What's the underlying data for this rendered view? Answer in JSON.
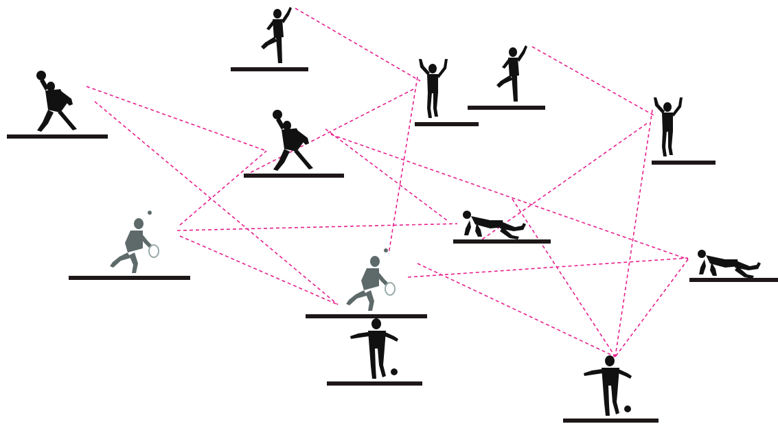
{
  "diagram": {
    "link_color": "#e61e8c",
    "figure_color": "#111111",
    "faded_figure_color": "#5e6a6a",
    "nodes": [
      {
        "id": "kick-up-a",
        "pose": "knee-raise-icon"
      },
      {
        "id": "knee-raise-b",
        "pose": "knee-raise-icon"
      },
      {
        "id": "jump-a",
        "pose": "arms-up-jump-icon"
      },
      {
        "id": "jump-b",
        "pose": "arms-up-jump-icon"
      },
      {
        "id": "throw-a",
        "pose": "ball-throw-icon"
      },
      {
        "id": "throw-b",
        "pose": "ball-throw-icon"
      },
      {
        "id": "tennis-a",
        "pose": "tennis-swing-icon"
      },
      {
        "id": "tennis-b",
        "pose": "tennis-swing-icon"
      },
      {
        "id": "crawl-a",
        "pose": "crawl-icon"
      },
      {
        "id": "crawl-b",
        "pose": "crawl-icon"
      },
      {
        "id": "soccer-a",
        "pose": "soccer-kick-icon"
      },
      {
        "id": "soccer-b",
        "pose": "soccer-kick-icon"
      }
    ],
    "links": [
      [
        "kick-up-a",
        "jump-a"
      ],
      [
        "knee-raise-b",
        "jump-b"
      ],
      [
        "throw-a",
        "throw-b"
      ],
      [
        "throw-a",
        "tennis-b"
      ],
      [
        "jump-a",
        "throw-b"
      ],
      [
        "jump-a",
        "tennis-b"
      ],
      [
        "throw-b",
        "crawl-a"
      ],
      [
        "throw-b",
        "crawl-b"
      ],
      [
        "tennis-a",
        "throw-b"
      ],
      [
        "tennis-a",
        "crawl-a"
      ],
      [
        "tennis-a",
        "soccer-a"
      ],
      [
        "jump-b",
        "crawl-a"
      ],
      [
        "jump-b",
        "soccer-b"
      ],
      [
        "tennis-b",
        "crawl-b"
      ],
      [
        "crawl-a",
        "soccer-b"
      ],
      [
        "tennis-b",
        "soccer-b"
      ],
      [
        "crawl-b",
        "soccer-b"
      ]
    ]
  }
}
